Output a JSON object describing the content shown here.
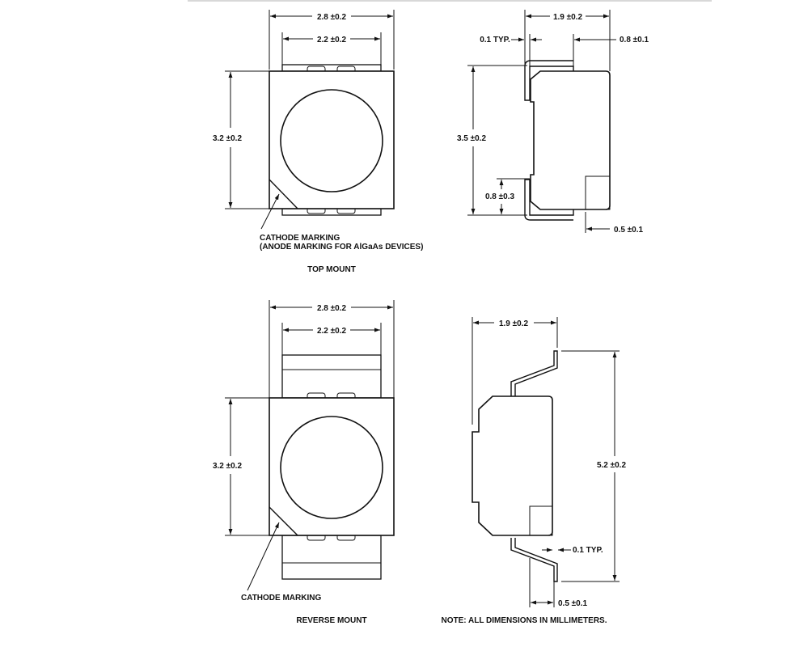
{
  "top_mount": {
    "caption": "TOP MOUNT",
    "top_view": {
      "width_outer": "2.8 ±0.2",
      "width_inner": "2.2 ±0.2",
      "height": "3.2 ±0.2",
      "cathode_note_line1": "CATHODE MARKING",
      "cathode_note_line2": "(ANODE MARKING FOR AlGaAs DEVICES)"
    },
    "side_view": {
      "width": "1.9 ±0.2",
      "lead_thickness": "0.1 TYP.",
      "lead_offset_top": "0.8 ±0.1",
      "height": "3.5 ±0.2",
      "lead_height": "0.8 ±0.3",
      "pad_width": "0.5 ±0.1"
    }
  },
  "reverse_mount": {
    "caption": "REVERSE MOUNT",
    "top_view": {
      "width_outer": "2.8 ±0.2",
      "width_inner": "2.2 ±0.2",
      "height": "3.2 ±0.2",
      "cathode_note": "CATHODE MARKING"
    },
    "side_view": {
      "width": "1.9 ±0.2",
      "height": "5.2 ±0.2",
      "lead_thickness": "0.1 TYP.",
      "pad_width": "0.5 ±0.1"
    }
  },
  "note": "NOTE: ALL DIMENSIONS IN MILLIMETERS."
}
